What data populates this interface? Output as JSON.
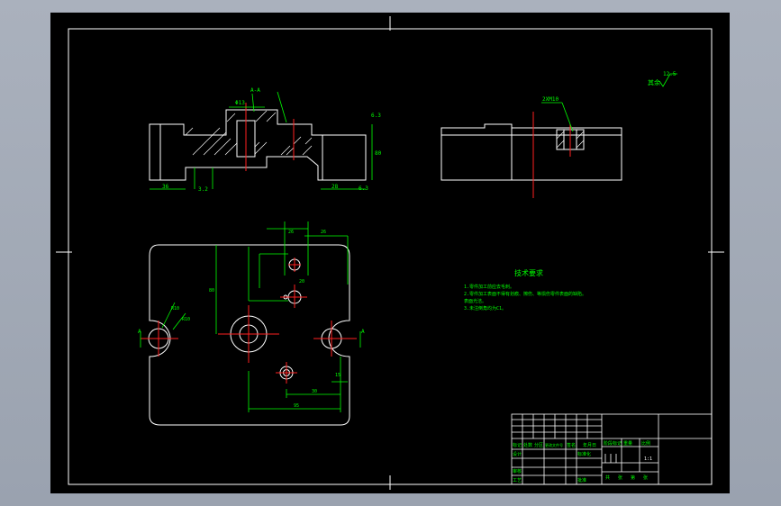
{
  "colors": {
    "outline": "#ffffff",
    "dimension": "#00ff00",
    "centerline": "#ff2020",
    "hatch": "#ffffff",
    "background": "#000000",
    "frame_bg": "#a6adb9"
  },
  "section_view": {
    "label": "A-A",
    "dim_bore": "Φ13",
    "dim_side_width": "36",
    "dim_height": "80",
    "dim_depth": "28",
    "roughness_top": "6.3",
    "roughness_bottom": "6.3",
    "roughness_left": "3.2"
  },
  "side_view": {
    "callout": "2XM10"
  },
  "surface_note": {
    "label": "其余",
    "value": "12.5"
  },
  "plan_view": {
    "section_mark_left": "A",
    "section_mark_right": "A",
    "dim_top_1": "26",
    "dim_top_2": "26",
    "dim_left_height": "80",
    "dim_hole_offset": "20",
    "dim_width_total": "95",
    "dim_partial": "30",
    "dim_right_small": "15",
    "dim_radius_1": "R10",
    "dim_radius_2": "R10"
  },
  "tech_requirements": {
    "title": "技术要求",
    "lines": [
      "1.零件加工前应去毛刺。",
      "2.零件加工表面不得有划痕、擦伤、等损伤零件表面的缺陷。",
      "  表面光洁。",
      "3.未注倒角均为C1。"
    ]
  },
  "title_block": {
    "row_labels": [
      "标记",
      "处数",
      "分区",
      "更改文件号",
      "签名",
      "年月日"
    ],
    "design_label": "设计",
    "standard_label": "标准化",
    "review_label": "审核",
    "process_label": "工艺",
    "approve_label": "批准",
    "stage_label": "阶段标记",
    "weight_label": "重量",
    "scale_label": "比例",
    "scale_value": "1:1",
    "sheet_labels": [
      "共",
      "张",
      "第",
      "张"
    ]
  }
}
